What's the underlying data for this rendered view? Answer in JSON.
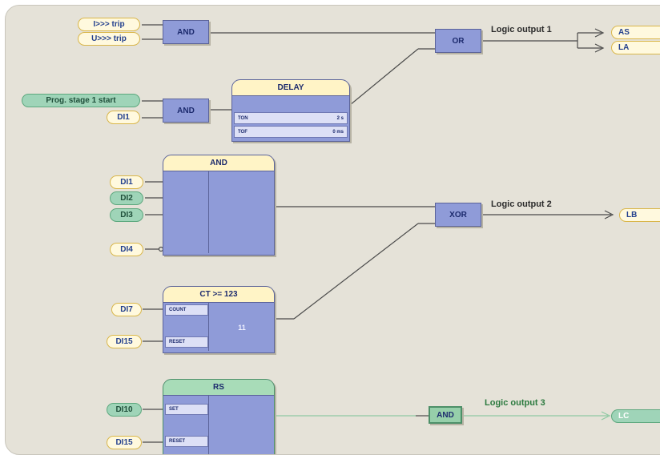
{
  "inputs": {
    "i_trip": "I>>> trip",
    "u_trip": "U>>> trip",
    "prog_stage": "Prog. stage 1 start",
    "di1_a": "DI1",
    "di1_b": "DI1",
    "di2": "DI2",
    "di3": "DI3",
    "di4": "DI4",
    "di7": "DI7",
    "di15_a": "DI15",
    "di10": "DI10",
    "di15_b": "DI15"
  },
  "gates": {
    "and1": "AND",
    "and2": "AND",
    "or": "OR",
    "xor": "XOR",
    "and3": "AND"
  },
  "delay": {
    "title": "DELAY",
    "ton_label": "TON",
    "ton_value": "2 s",
    "tof_label": "TOF",
    "tof_value": "0 ms"
  },
  "and_block": {
    "title": "AND"
  },
  "counter": {
    "title": "CT >= 123",
    "count_label": "COUNT",
    "reset_label": "RESET",
    "value": "11"
  },
  "rs": {
    "title": "RS",
    "set_label": "SET",
    "reset_label": "RESET"
  },
  "outputs": {
    "logic1": "Logic output 1",
    "logic2": "Logic output 2",
    "logic3": "Logic output 3",
    "as": "AS",
    "la": "LA",
    "lb": "LB",
    "lc": "LC"
  },
  "colors": {
    "canvas": "#e5e2d8",
    "gate_fill": "#8f9bd8",
    "pill_yellow": "#fff9de",
    "pill_green": "#9fd4b8"
  }
}
